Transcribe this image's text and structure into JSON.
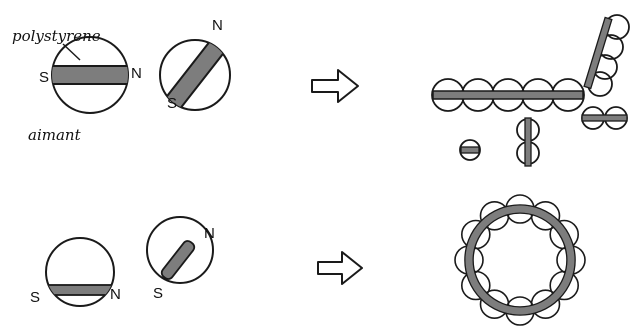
{
  "labels": {
    "polystyrene": "polystyrene",
    "aimant": "aimant",
    "north": "N",
    "south": "S"
  },
  "colors": {
    "ink": "#1a1a1a",
    "magnet_fill": "#7d7d7d",
    "background": "#ffffff"
  },
  "icons": {
    "arrow": "hollow-arrow-icon"
  }
}
